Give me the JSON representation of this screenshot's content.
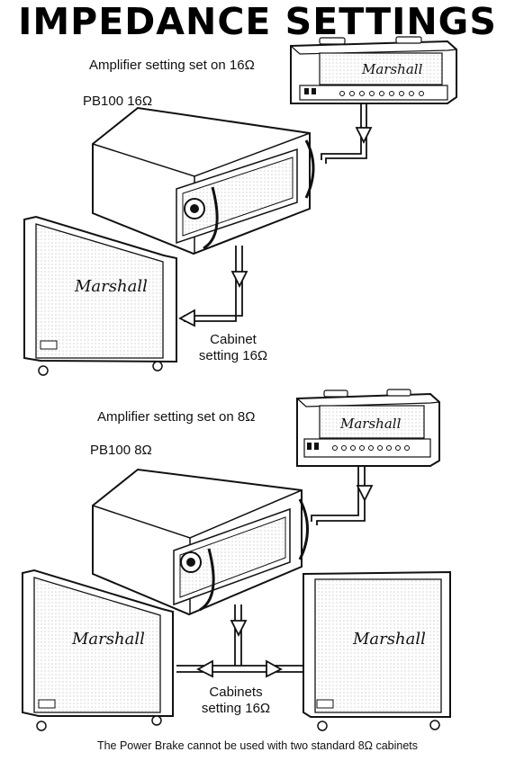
{
  "title": "IMPEDANCE SETTINGS",
  "top": {
    "amp_label": "Amplifier setting set on 16Ω",
    "brake_label": "PB100 16Ω",
    "cabinet_label_line1": "Cabinet",
    "cabinet_label_line2": "setting 16Ω",
    "amp_logo": "Marshall",
    "cabinet_logo": "Marshall"
  },
  "bottom": {
    "amp_label": "Amplifier setting set on 8Ω",
    "brake_label": "PB100 8Ω",
    "cabinet_label_line1": "Cabinets",
    "cabinet_label_line2": "setting 16Ω",
    "amp_logo": "Marshall",
    "cabinet_logo": "Marshall"
  },
  "footnote": "The Power Brake cannot be used with two standard 8Ω cabinets",
  "icons": [
    "amplifier-head-icon",
    "power-brake-icon",
    "speaker-cabinet-icon",
    "arrow-icon"
  ]
}
